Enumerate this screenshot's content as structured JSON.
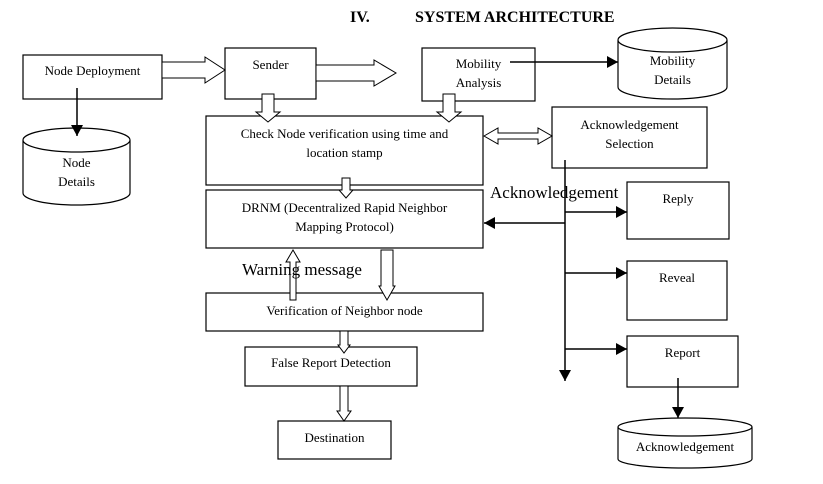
{
  "title": {
    "number": "IV.",
    "text": "SYSTEM ARCHITECTURE"
  },
  "nodes": {
    "node_deployment": [
      "Node Deployment"
    ],
    "sender": [
      "Sender"
    ],
    "mobility_analysis": [
      "Mobility",
      "Analysis"
    ],
    "mobility_details": [
      "Mobility",
      "Details"
    ],
    "node_details": [
      "Node",
      "Details"
    ],
    "check_node": [
      "Check Node verification using time and",
      "location stamp"
    ],
    "ack_selection": [
      "Acknowledgement",
      "Selection"
    ],
    "drnm": [
      "DRNM (Decentralized Rapid Neighbor",
      "Mapping Protocol)"
    ],
    "reply": [
      "Reply"
    ],
    "reveal": [
      "Reveal"
    ],
    "report": [
      "Report"
    ],
    "verification": [
      "Verification of Neighbor node"
    ],
    "false_report": [
      "False Report Detection"
    ],
    "destination": [
      "Destination"
    ],
    "ack_store": [
      "Acknowledgement"
    ]
  },
  "edge_labels": {
    "acknowledgement": "Acknowledgement",
    "warning": "Warning message"
  }
}
